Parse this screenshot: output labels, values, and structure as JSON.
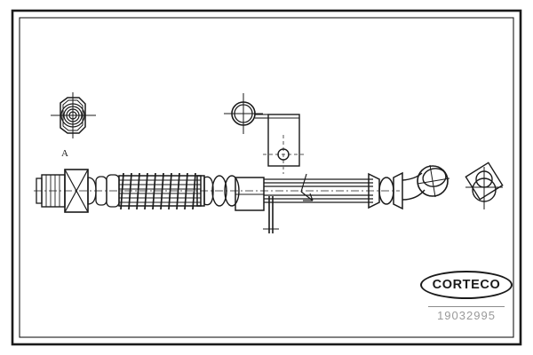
{
  "drawing": {
    "title": "Brake hose technical drawing",
    "detail_label_a": "A",
    "frame": {
      "outer_stroke": "#1a1a1a",
      "inner_stroke": "#1a1a1a",
      "background": "#ffffff"
    }
  },
  "branding": {
    "logo_text": "CORTECO",
    "part_number": "19032995",
    "logo_color": "#1a1a1a",
    "part_number_color": "#9a9a9a"
  },
  "components": {
    "detail_a_nut": "hex-nut-detail-view",
    "grommet": "rubber-grommet-eyelet",
    "bracket": "mounting-bracket-plate",
    "left_fitting": "threaded-end-fitting",
    "hex_nut": "hex-nut",
    "coil_armor": "spring-coil-hose-guard",
    "block_fitting": "block-fitting",
    "bracket_stem": "bracket-stem-tab",
    "crimp_ferrule": "crimp-ferrule",
    "banjo_eye": "banjo-eye-fitting",
    "banjo_detail": "banjo-bolt-angled-detail"
  },
  "styles": {
    "line_color": "#1a1a1a",
    "center_line_color": "#555555"
  }
}
